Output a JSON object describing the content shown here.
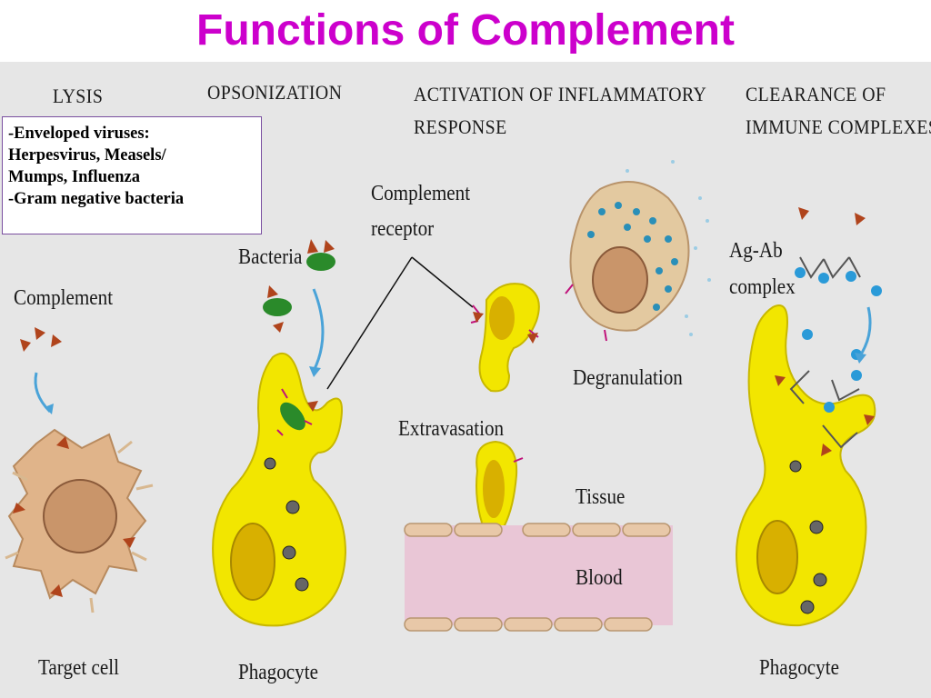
{
  "title": "Functions of Complement",
  "headings": {
    "lysis": "LYSIS",
    "opsonization": "OPSONIZATION",
    "activation_line1": "ACTIVATION OF INFLAMMATORY",
    "activation_line2": "RESPONSE",
    "clearance_line1": "CLEARANCE OF",
    "clearance_line2": "IMMUNE COMPLEXES"
  },
  "note_box": {
    "lines": [
      "-Enveloped viruses:",
      "Herpesvirus, Measels/",
      "Mumps, Influenza",
      "-Gram negative bacteria"
    ]
  },
  "labels": {
    "complement": "Complement",
    "bacteria": "Bacteria",
    "complement_receptor_line1": "Complement",
    "complement_receptor_line2": "receptor",
    "degranulation": "Degranulation",
    "extravasation": "Extravasation",
    "tissue": "Tissue",
    "blood": "Blood",
    "ag_ab_line1": "Ag-Ab",
    "ag_ab_line2": "complex",
    "target_cell": "Target cell",
    "phagocyte_left": "Phagocyte",
    "phagocyte_right": "Phagocyte"
  },
  "colors": {
    "title": "#cc00cc",
    "background": "#e6e6e6",
    "phagocyte": "#f2e600",
    "target_cell": "#e0b48a",
    "nucleus": "#c9956a",
    "complement": "#b0441c",
    "bacteria": "#2a8a2a",
    "receptor": "#c0127a",
    "antibody_bead": "#2a9ad8",
    "blood_vessel": "#e9c6d6"
  }
}
